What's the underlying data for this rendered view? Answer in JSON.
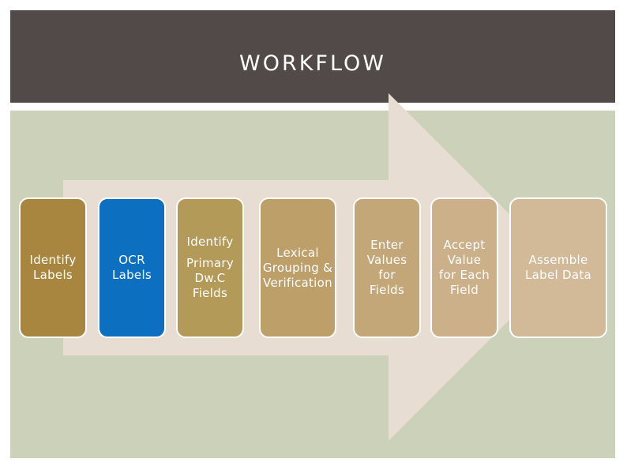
{
  "header": {
    "title": "WORKFLOW"
  },
  "colors": {
    "header_bg": "#524a48",
    "content_bg": "#ccd1b9",
    "arrow": "#e7ddd2"
  },
  "steps": [
    {
      "label": "Identify\nLabels",
      "bg": "#a8863f",
      "fg": "#ffffff"
    },
    {
      "label": "OCR\nLabels",
      "bg": "#0d6fbf",
      "fg": "#ffffff"
    },
    {
      "label_line1": "Identify",
      "label_line2": "Primary\nDw.C\nFields",
      "bg": "#b49a59",
      "fg": "#ffffff"
    },
    {
      "label": "Lexical\nGrouping &\nVerification",
      "bg": "#bd9f6a",
      "fg": "#ffffff"
    },
    {
      "label": "Enter\nValues\nfor\nFields",
      "bg": "#c4a779",
      "fg": "#ffffff"
    },
    {
      "label": "Accept\nValue\nfor Each\nField",
      "bg": "#cbb08a",
      "fg": "#ffffff"
    },
    {
      "label": "Assemble\nLabel Data",
      "bg": "#d2b998",
      "fg": "#ffffff"
    }
  ]
}
